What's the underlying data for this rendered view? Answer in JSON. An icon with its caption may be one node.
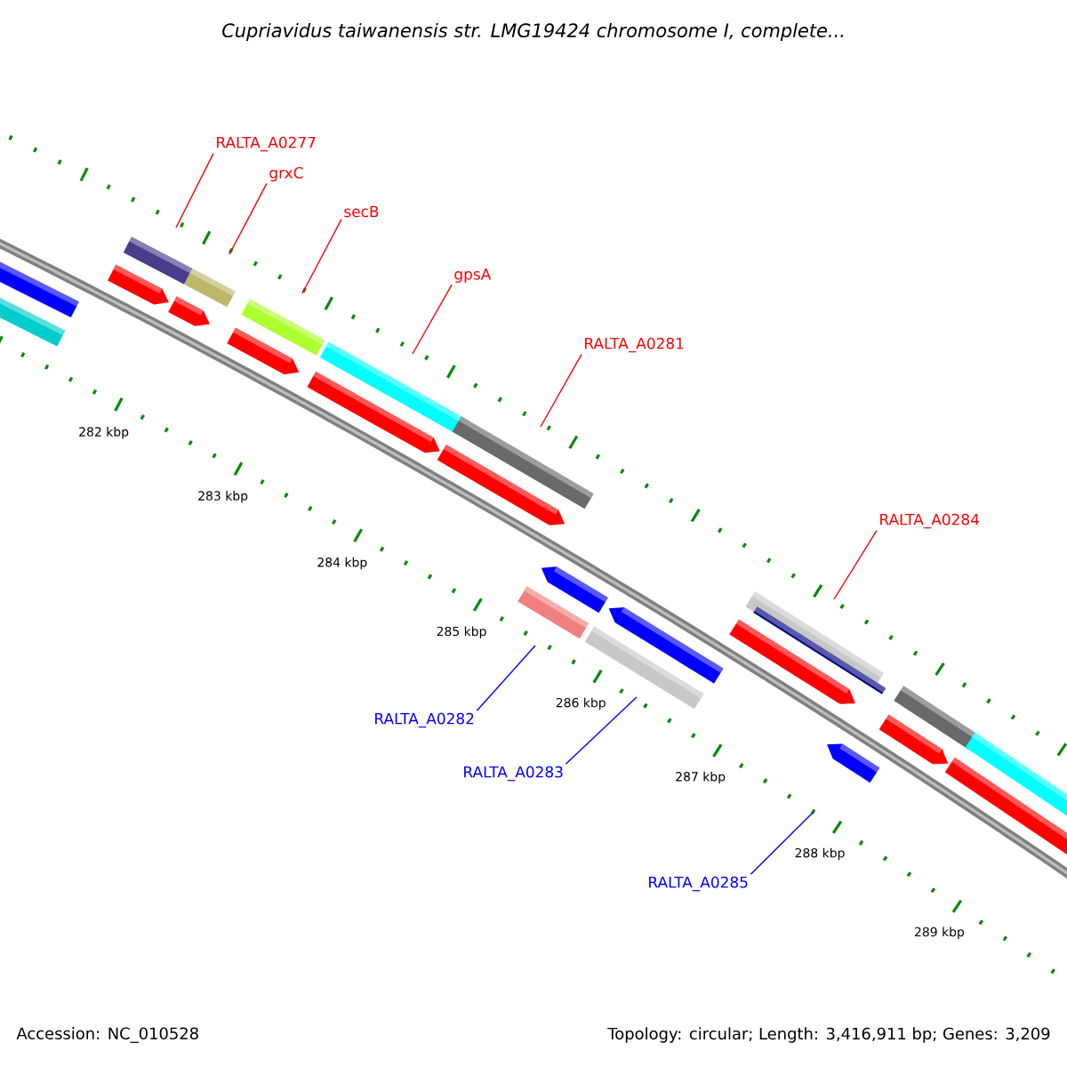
{
  "diagram": {
    "title": "Cupriavidus taiwanensis str. LMG19424 chromosome I, complete...",
    "nodes": [
      {
        "text": [
          "RALTA_A0277"
        ]
      },
      {
        "text": [
          "grxC"
        ]
      },
      {
        "text": [
          "secB"
        ]
      },
      {
        "text": [
          "gpsA"
        ]
      },
      {
        "text": [
          "RALTA_A0281"
        ]
      },
      {
        "text": [
          "RALTA_A0284"
        ]
      },
      {
        "text": [
          "RALTA_A0282"
        ]
      },
      {
        "text": [
          "RALTA_A0283"
        ]
      },
      {
        "text": [
          "RALTA_A0285"
        ]
      }
    ],
    "edges": [
      {
        "from": 0,
        "to": null,
        "arrow": "none"
      },
      {
        "from": 1,
        "to": null,
        "arrow": "none"
      },
      {
        "from": 2,
        "to": null,
        "arrow": "none"
      },
      {
        "from": 3,
        "to": null,
        "arrow": "none"
      },
      {
        "from": 4,
        "to": null,
        "arrow": "none"
      },
      {
        "from": 5,
        "to": null,
        "arrow": "none"
      },
      {
        "from": 6,
        "to": null,
        "arrow": "none",
        "color": "#0000ff"
      },
      {
        "from": 7,
        "to": null,
        "arrow": "none",
        "color": "#0000ff"
      },
      {
        "from": 8,
        "to": null,
        "arrow": "none",
        "color": "#0000ff"
      }
    ],
    "labels": [
      "282 kbp",
      "283 kbp",
      "284 kbp",
      "285 kbp",
      "286 kbp",
      "287 kbp",
      "288 kbp",
      "289 kbp",
      "Accession: NC_010528",
      "Topology: circular; Length: 3,416,911 bp; Genes: 3,209"
    ]
  }
}
